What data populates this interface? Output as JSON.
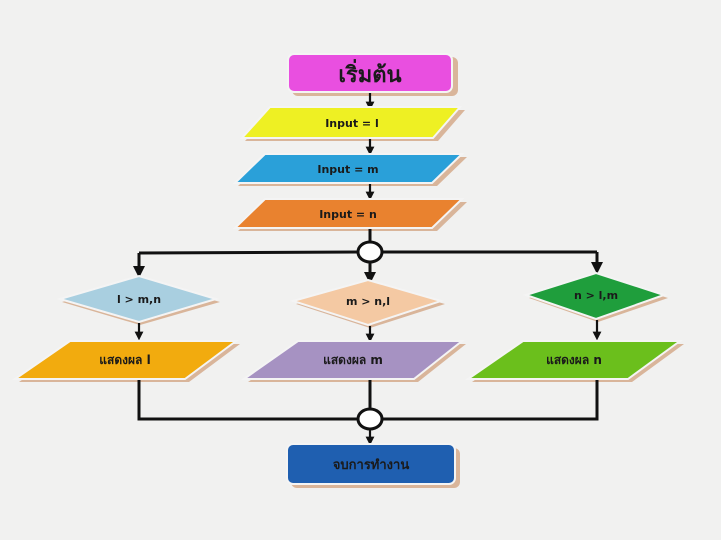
{
  "flowchart": {
    "start": {
      "label": "เริ่มต้น",
      "color": "#e94fe0"
    },
    "inputs": [
      {
        "label": "Input = l",
        "color": "#eef023"
      },
      {
        "label": "Input = m",
        "color": "#2aa0d9"
      },
      {
        "label": "Input = n",
        "color": "#e9822f"
      }
    ],
    "decisions": [
      {
        "label": "l > m,n",
        "color": "#a9cfe0"
      },
      {
        "label": "m > n,l",
        "color": "#f4c9a3"
      },
      {
        "label": "n > l,m",
        "color": "#1f9e3c"
      }
    ],
    "outputs": [
      {
        "label": "แสดงผล l",
        "color": "#f2ab0e"
      },
      {
        "label": "แสดงผล m",
        "color": "#a692c2"
      },
      {
        "label": "แสดงผล n",
        "color": "#6bbf1c"
      }
    ],
    "end": {
      "label": "จบการทำงาน",
      "color": "#1f5fb0"
    },
    "connectors": [
      "split-connector",
      "merge-connector"
    ]
  }
}
